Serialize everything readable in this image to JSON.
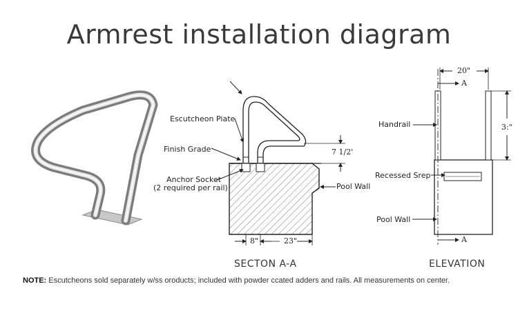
{
  "title": "Armrest installation diagram",
  "section": {
    "caption": "SECTON A-A",
    "labels": {
      "escutcheon": "Escutcheon Piate",
      "finish_grade": "Finish Grade",
      "anchor_socket": "Anchor Socket",
      "anchor_socket_note": "(2 required per rail)",
      "pool_wall": "Pool Wall"
    },
    "dims": {
      "height": "7 1/2'",
      "width_a": "8\"",
      "width_b": "23\""
    }
  },
  "elevation": {
    "caption": "ELEVATION",
    "labels": {
      "handrail": "Handrail",
      "recessed_step": "Recessed Srep",
      "pool_wall": "Pool Wall"
    },
    "dims": {
      "width": "20\"",
      "height": "3:\""
    },
    "section_marks": [
      "A",
      "A"
    ]
  },
  "note": {
    "prefix": "NOTE:",
    "text": " Escutcheons sold separately w/ss oroducts; included with powder ccated adders and rails. All measurements on center."
  }
}
